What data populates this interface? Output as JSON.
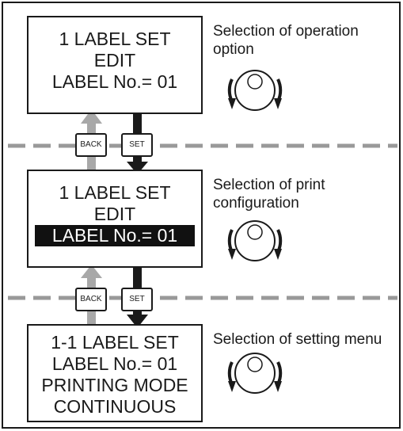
{
  "screens": [
    {
      "lines": [
        "1 LABEL SET",
        "EDIT",
        "LABEL No.= 01"
      ],
      "highlighted_line": null
    },
    {
      "lines": [
        "1 LABEL SET",
        "EDIT",
        "LABEL No.= 01"
      ],
      "highlighted_line": 2
    },
    {
      "lines": [
        "1-1 LABEL SET",
        "LABEL No.= 01",
        "PRINTING MODE",
        "CONTINUOUS"
      ],
      "highlighted_line": null
    }
  ],
  "captions": [
    "Selection of operation option",
    "Selection of print configuration",
    "Selection of setting menu"
  ],
  "buttons": {
    "back": "BACK",
    "set": "SET"
  },
  "icons": [
    "rotary-knob-icon",
    "back-arrow-icon",
    "set-arrow-icon"
  ]
}
